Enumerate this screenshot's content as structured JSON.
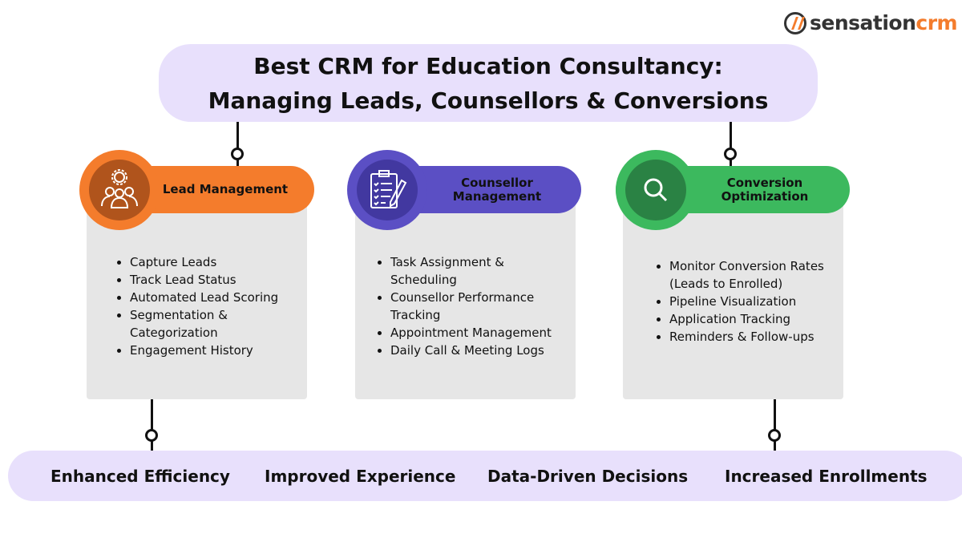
{
  "logo": {
    "part1": "sensation",
    "part2": "crm"
  },
  "title": "Best CRM for Education Consultancy: Managing Leads, Counsellors & Conversions",
  "colors": {
    "orange": "#f47c2c",
    "purple": "#5b4fc4",
    "green": "#3cb95e",
    "lavender": "#e8e0fc",
    "card": "#e6e6e6"
  },
  "sections": [
    {
      "title": "Lead Management",
      "icon": "team-gear-icon",
      "items": [
        "Capture Leads",
        "Track Lead Status",
        "Automated Lead Scoring",
        "Segmentation & Categorization",
        "Engagement History"
      ]
    },
    {
      "title": "Counsellor Management",
      "icon": "clipboard-checklist-icon",
      "items": [
        "Task Assignment & Scheduling",
        "Counsellor Performance Tracking",
        "Appointment Management",
        "Daily Call & Meeting Logs"
      ]
    },
    {
      "title": "Conversion Optimization",
      "icon": "search-icon",
      "items": [
        "Monitor Conversion Rates (Leads to Enrolled)",
        "Pipeline Visualization",
        "Application Tracking",
        "Reminders & Follow-ups"
      ]
    }
  ],
  "outcomes": [
    "Enhanced Efficiency",
    "Improved Experience",
    "Data-Driven Decisions",
    "Increased Enrollments"
  ]
}
